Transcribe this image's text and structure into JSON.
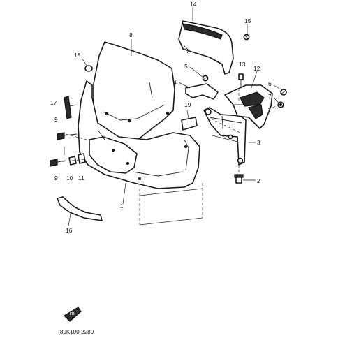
{
  "diagram": {
    "part_callouts": [
      {
        "id": "p1",
        "label": "1"
      },
      {
        "id": "p2",
        "label": "2"
      },
      {
        "id": "p3",
        "label": "3"
      },
      {
        "id": "p4",
        "label": "4"
      },
      {
        "id": "p5",
        "label": "5"
      },
      {
        "id": "p6",
        "label": "6"
      },
      {
        "id": "p7",
        "label": "7"
      },
      {
        "id": "p8",
        "label": "8"
      },
      {
        "id": "p9a",
        "label": "9"
      },
      {
        "id": "p9b",
        "label": "9"
      },
      {
        "id": "p10",
        "label": "10"
      },
      {
        "id": "p11",
        "label": "11"
      },
      {
        "id": "p12",
        "label": "12"
      },
      {
        "id": "p13",
        "label": "13"
      },
      {
        "id": "p14",
        "label": "14"
      },
      {
        "id": "p15",
        "label": "15"
      },
      {
        "id": "p16",
        "label": "16"
      },
      {
        "id": "p17",
        "label": "17"
      },
      {
        "id": "p18",
        "label": "18"
      },
      {
        "id": "p19",
        "label": "19"
      }
    ],
    "figure_code": "89K100-2280",
    "fr_badge": "FR"
  }
}
